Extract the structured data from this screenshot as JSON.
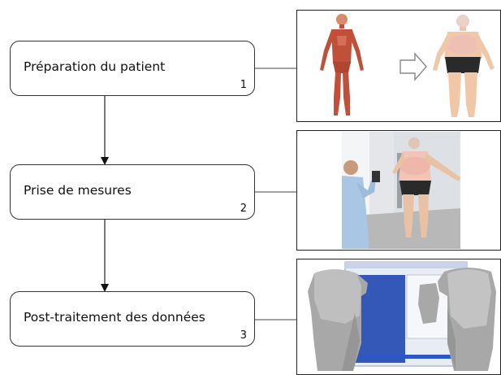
{
  "steps": [
    {
      "label": "Préparation du patient",
      "number": "1"
    },
    {
      "label": "Prise de mesures",
      "number": "2"
    },
    {
      "label": "Post-traitement des données",
      "number": "3"
    }
  ],
  "colors": {
    "stroke": "#333333",
    "skin": "#f0c8a8",
    "muscle": "#c0503a",
    "room_wall": "#e4e6ea",
    "room_floor": "#b8b8b8",
    "scan_gray": "#9a9a9a",
    "software_blue": "#3358b8",
    "software_bg": "#e8ecf4"
  },
  "icons": {
    "anatomy": "muscle-anatomy-figure",
    "arrow": "hollow-right-arrow",
    "patient": "patient-figure",
    "scanner": "scanning-operator",
    "torso": "3d-torso-scan"
  }
}
